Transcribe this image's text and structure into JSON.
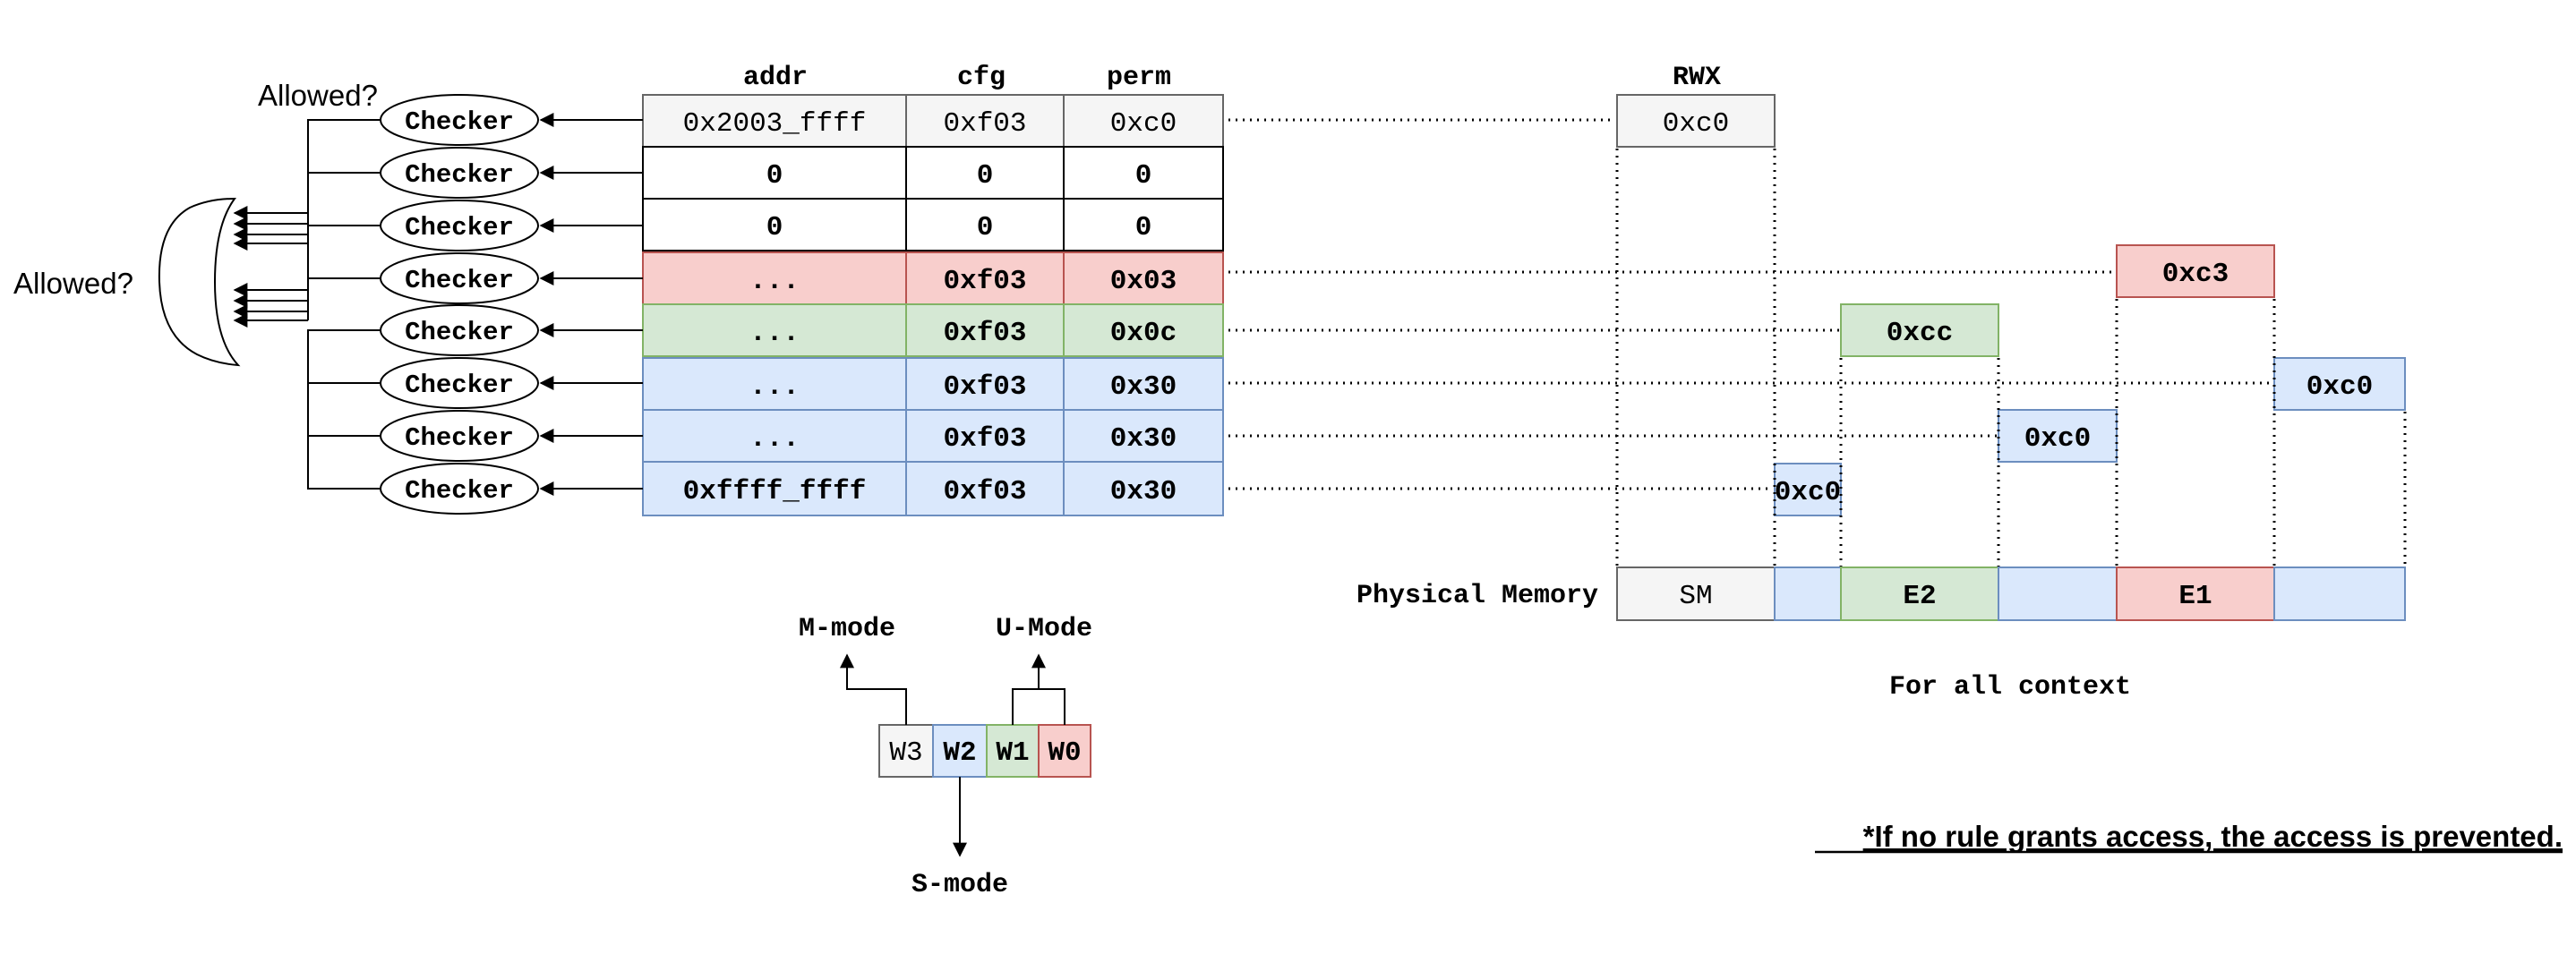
{
  "table": {
    "headers": {
      "addr": "addr",
      "cfg": "cfg",
      "perm": "perm"
    },
    "rows": [
      {
        "addr": "0x2003_ffff",
        "cfg": "0xf03",
        "perm": "0xc0"
      },
      {
        "addr": "0",
        "cfg": "0",
        "perm": "0"
      },
      {
        "addr": "0",
        "cfg": "0",
        "perm": "0"
      },
      {
        "addr": "...",
        "cfg": "0xf03",
        "perm": "0x03"
      },
      {
        "addr": "...",
        "cfg": "0xf03",
        "perm": "0x0c"
      },
      {
        "addr": "...",
        "cfg": "0xf03",
        "perm": "0x30"
      },
      {
        "addr": "...",
        "cfg": "0xf03",
        "perm": "0x30"
      },
      {
        "addr": "0xffff_ffff",
        "cfg": "0xf03",
        "perm": "0x30"
      }
    ]
  },
  "checker_label": "Checker",
  "allowed_top": "Allowed?",
  "allowed_left": "Allowed?",
  "rwx_header": "RWX",
  "rwx_values": {
    "sm": "0xc0",
    "e1": "0xc3",
    "e2": "0xcc",
    "u_right": "0xc0",
    "u_mid": "0xc0",
    "u_left": "0xc0"
  },
  "memory": {
    "label": "Physical Memory",
    "sm": "SM",
    "e2": "E2",
    "e1": "E1"
  },
  "for_all_context": "For all context",
  "modes": {
    "m_mode": "M-mode",
    "u_mode": "U-Mode",
    "s_mode": "S-mode",
    "w3": "W3",
    "w2": "W2",
    "w1": "W1",
    "w0": "W0"
  },
  "footnote": "*If no rule grants access, the access is prevented.",
  "colors": {
    "gray_fill": "#f5f5f5",
    "gray_stroke": "#666666",
    "red_fill": "#f8cecc",
    "red_stroke": "#b85450",
    "green_fill": "#d5e8d4",
    "green_stroke": "#82b366",
    "blue_fill": "#dae8fc",
    "blue_stroke": "#6c8ebf"
  }
}
